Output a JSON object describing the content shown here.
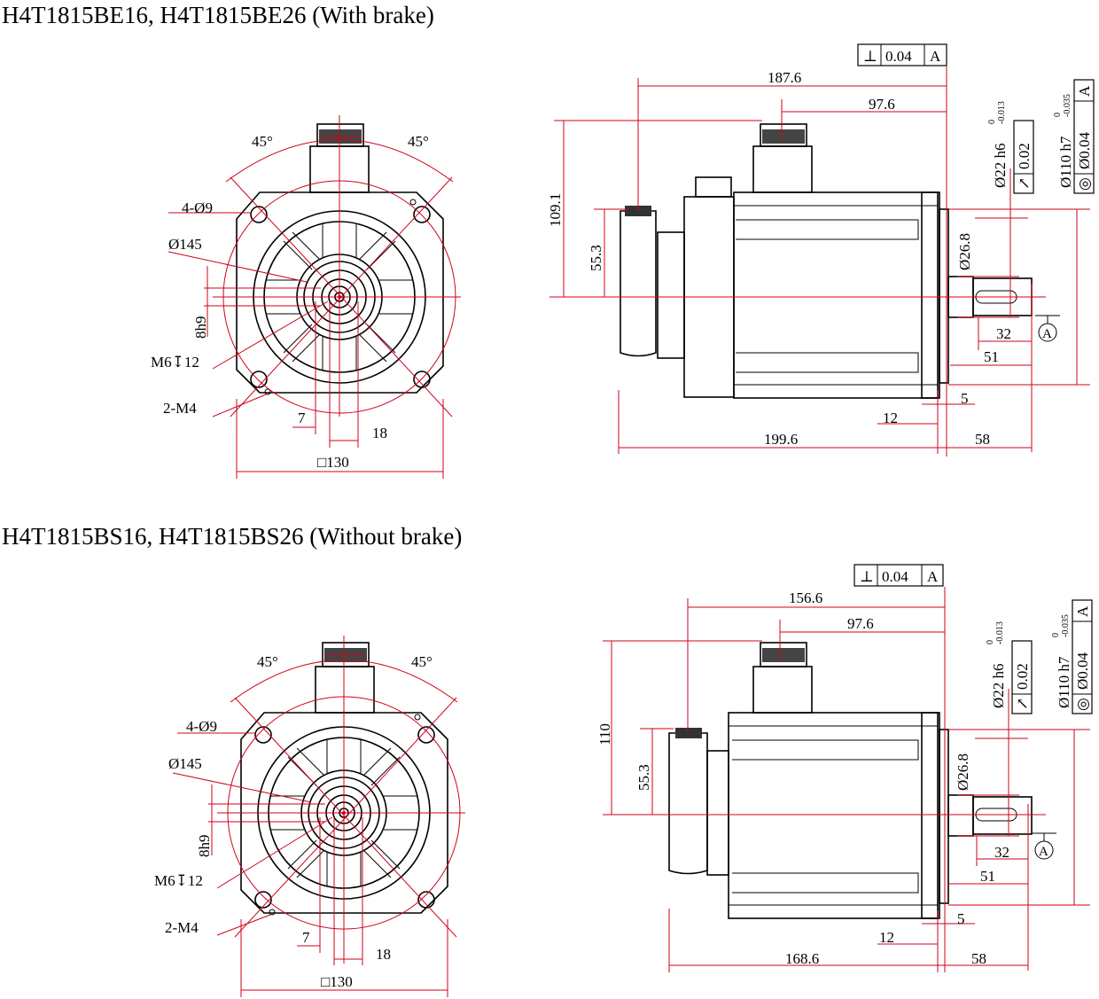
{
  "colors": {
    "outline": "#000000",
    "dimension": "#d0021b",
    "background": "#ffffff"
  },
  "sections": [
    {
      "title": "H4T1815BE16, H4T1815BE26 (With brake)",
      "front": {
        "a45_left": "45°",
        "a45_right": "45°",
        "holes": "4-Ø9",
        "pcd": "Ø145",
        "key": "8h9",
        "thread": "M6↧12",
        "m4": "2-M4",
        "d7": "7",
        "d18": "18",
        "sq": "□130"
      },
      "side": {
        "perp_sym": "⊥",
        "perp_val": "0.04",
        "perp_ref": "A",
        "len_total": "187.6",
        "len_conn": "97.6",
        "h_total": "109.1",
        "h_conn": "55.3",
        "shaft_dia": "Ø26.8",
        "shaft_tol": "Ø22 h6",
        "shaft_tol_up": "0",
        "shaft_tol_lo": "-0.013",
        "runout_sym": "↗",
        "runout_val": "0.02",
        "pilot_tol": "Ø110 h7",
        "pilot_tol_up": "0",
        "pilot_tol_lo": "-0.035",
        "conc_sym": "◎",
        "conc_val": "Ø0.04",
        "conc_ref": "A",
        "datum": "A",
        "d32": "32",
        "d51": "51",
        "d5": "5",
        "d12": "12",
        "body_len": "199.6",
        "d58": "58"
      }
    },
    {
      "title": "H4T1815BS16, H4T1815BS26 (Without brake)",
      "front": {
        "a45_left": "45°",
        "a45_right": "45°",
        "holes": "4-Ø9",
        "pcd": "Ø145",
        "key": "8h9",
        "thread": "M6↧12",
        "m4": "2-M4",
        "d7": "7",
        "d18": "18",
        "sq": "□130"
      },
      "side": {
        "perp_sym": "⊥",
        "perp_val": "0.04",
        "perp_ref": "A",
        "len_total": "156.6",
        "len_conn": "97.6",
        "h_total": "110",
        "h_conn": "55.3",
        "shaft_dia": "Ø26.8",
        "shaft_tol": "Ø22 h6",
        "shaft_tol_up": "0",
        "shaft_tol_lo": "-0.013",
        "runout_sym": "↗",
        "runout_val": "0.02",
        "pilot_tol": "Ø110 h7",
        "pilot_tol_up": "0",
        "pilot_tol_lo": "-0.035",
        "conc_sym": "◎",
        "conc_val": "Ø0.04",
        "conc_ref": "A",
        "datum": "A",
        "d32": "32",
        "d51": "51",
        "d5": "5",
        "d12": "12",
        "body_len": "168.6",
        "d58": "58"
      }
    }
  ]
}
